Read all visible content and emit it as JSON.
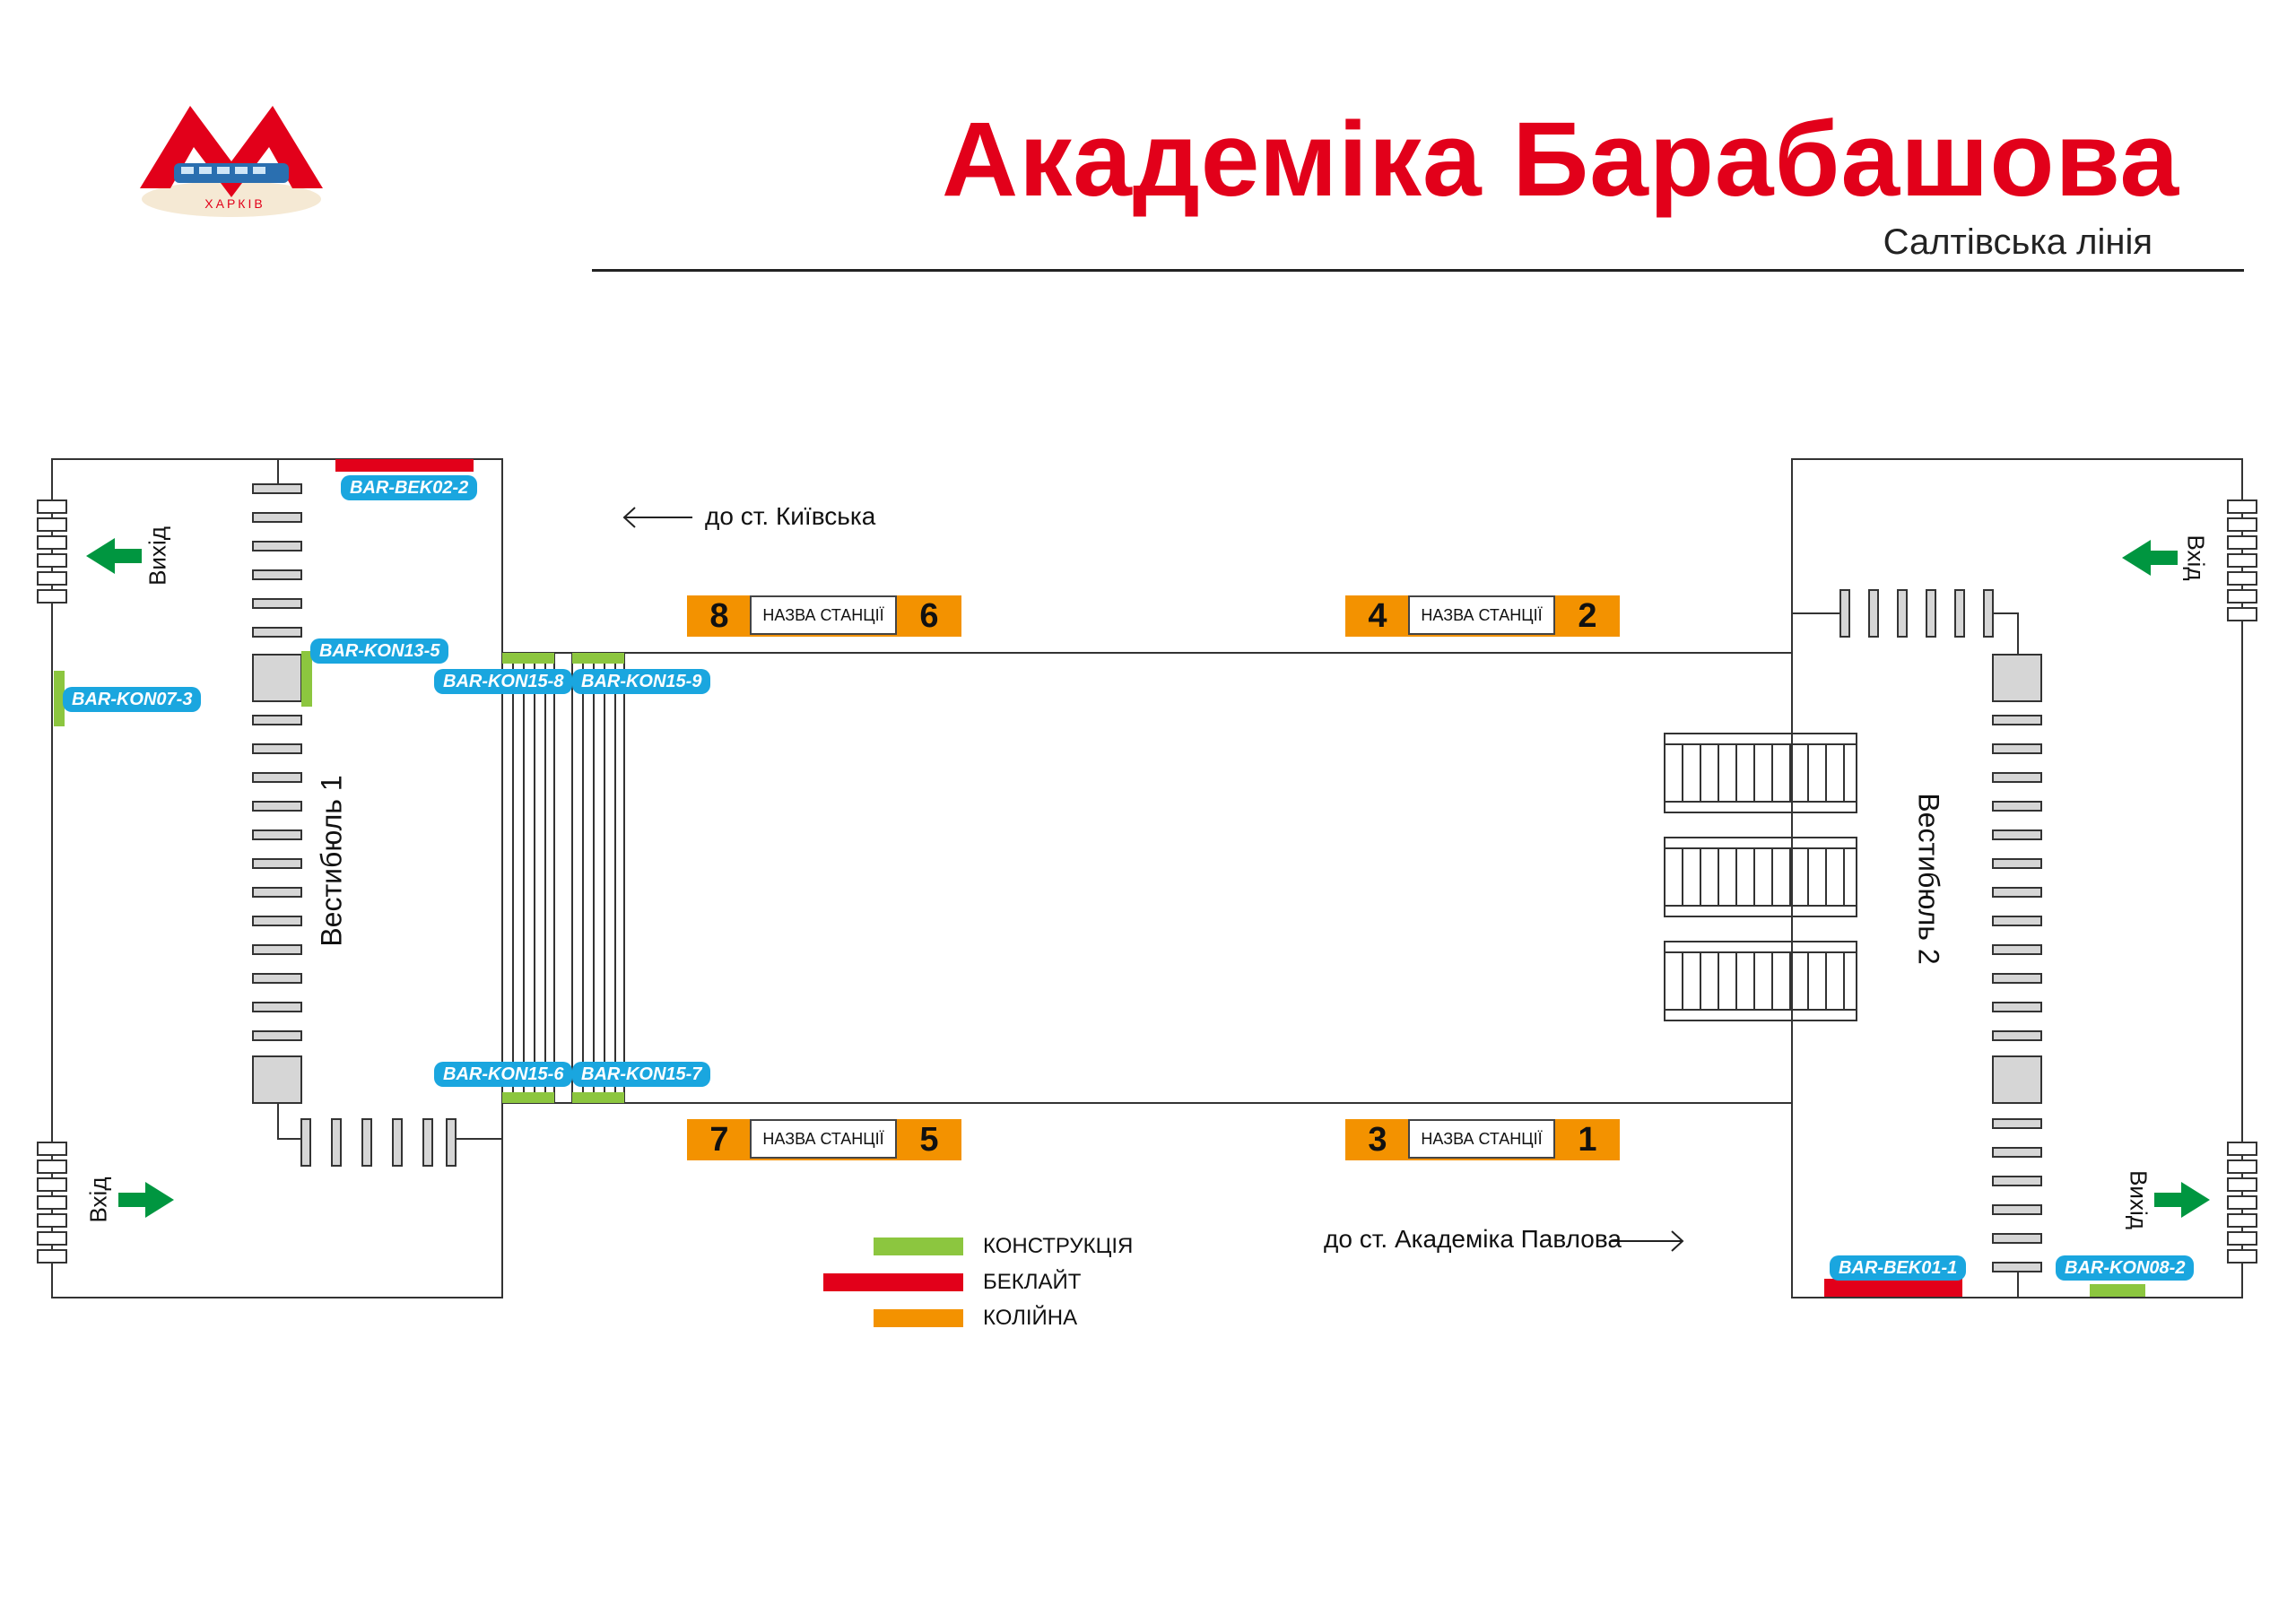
{
  "header": {
    "title": "Академіка Барабашова",
    "subtitle": "Салтівська лінія",
    "logo_text": "ХАРКІВ"
  },
  "vestibules": {
    "left": "Вестибюль 1",
    "right": "Вестибюль 2"
  },
  "exits": {
    "label": "Вихід",
    "entrance_label": "Вхід"
  },
  "directions": {
    "top": "до ст. Київська",
    "bottom": "до ст. Академіка Павлова"
  },
  "placements": [
    "BAR-BEK02-2",
    "BAR-KON13-5",
    "BAR-KON07-3",
    "BAR-KON15-8",
    "BAR-KON15-9",
    "BAR-KON15-6",
    "BAR-KON15-7",
    "BAR-BEK01-1",
    "BAR-KON08-2"
  ],
  "track_signs": {
    "name_placeholder": "НАЗВА СТАНЦІЇ",
    "top_left": [
      "8",
      "6"
    ],
    "top_right": [
      "4",
      "2"
    ],
    "bottom_left": [
      "7",
      "5"
    ],
    "bottom_right": [
      "3",
      "1"
    ]
  },
  "legend": [
    {
      "label": "КОНСТРУКЦІЯ",
      "color": "#8cc63f"
    },
    {
      "label": "БЕКЛАЙТ",
      "color": "#e2001a"
    },
    {
      "label": "КОЛІЙНА",
      "color": "#f39200"
    }
  ],
  "colors": {
    "brand_red": "#e2001a",
    "tag_blue": "#1aa6df",
    "exit_green": "#009640"
  }
}
